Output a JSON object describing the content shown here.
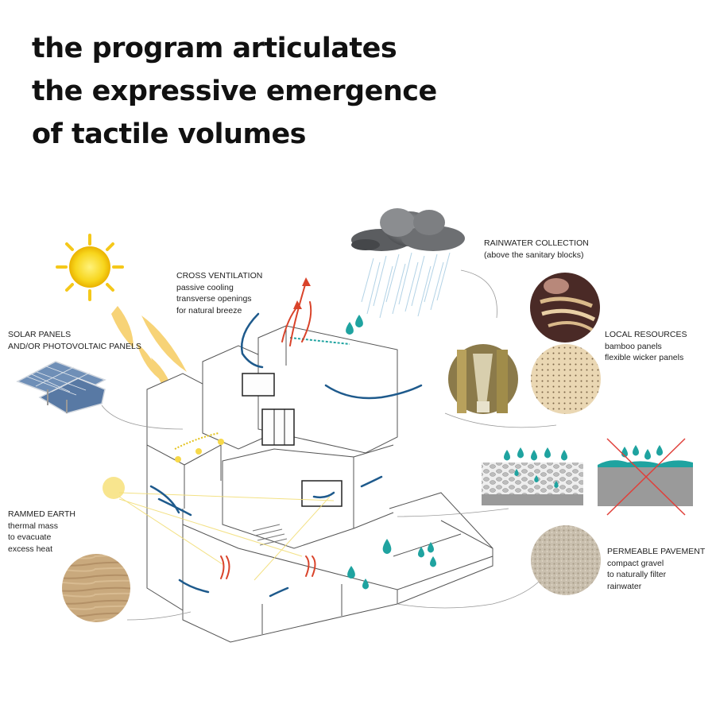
{
  "title": {
    "line1": "the program articulates",
    "line2": "the expressive emergence",
    "line3": "of tactile volumes"
  },
  "labels": {
    "solar": {
      "line1": "SOLAR PANELS",
      "line2": "AND/OR PHOTOVOLTAIC PANELS"
    },
    "cross_ventilation": {
      "line1": "CROSS VENTILATION",
      "line2": "passive cooling",
      "line3": "transverse openings",
      "line4": "for natural breeze"
    },
    "rainwater": {
      "line1": "RAINWATER COLLECTION",
      "line2": "(above the sanitary blocks)"
    },
    "local_resources": {
      "line1": "LOCAL RESOURCES",
      "line2": "bamboo panels",
      "line3": "flexible wicker panels"
    },
    "rammed_earth": {
      "line1": "RAMMED EARTH",
      "line2": "thermal mass",
      "line3": "to evacuate",
      "line4": "excess heat"
    },
    "permeable": {
      "line1": "PERMEABLE PAVEMENT",
      "line2": "compact gravel",
      "line3": "to naturally filter",
      "line4": "rainwater"
    }
  },
  "colors": {
    "wind_blue": "#1e5a8c",
    "hot_air_red": "#d9432a",
    "water_teal": "#1fa3a0",
    "sun_yellow": "#f5d020",
    "building_line": "#555555"
  },
  "icons": [
    "sun-icon",
    "cloud-icon",
    "solar-panel-icon",
    "water-drop-icon",
    "cross-icon"
  ]
}
